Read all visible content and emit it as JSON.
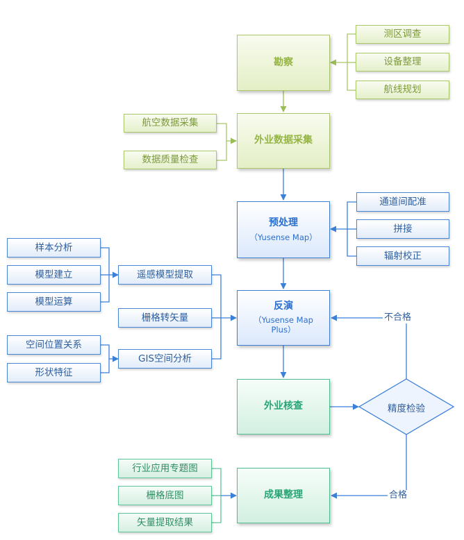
{
  "colors": {
    "green": "#95b545",
    "blue": "#2b6fcf",
    "teal": "#2aa676"
  },
  "nodes": {
    "survey": {
      "title": "勘察"
    },
    "field_collection": {
      "title": "外业数据采集"
    },
    "preprocess": {
      "title": "预处理",
      "subtitle": "（Yusense Map）"
    },
    "inversion": {
      "title": "反演",
      "subtitle": "（Yusense Map Plus）"
    },
    "field_check": {
      "title": "外业核查"
    },
    "results": {
      "title": "成果整理"
    },
    "accuracy_check": {
      "title": "精度检验"
    }
  },
  "survey_inputs": [
    "测区调查",
    "设备整理",
    "航线规划"
  ],
  "collection_inputs": [
    "航空数据采集",
    "数据质量检查"
  ],
  "preprocess_inputs": [
    "通道间配准",
    "拼接",
    "辐射校正"
  ],
  "remote_sensing_inputs": [
    "样本分析",
    "模型建立",
    "模型运算"
  ],
  "gis_inputs": [
    "空间位置关系",
    "形状特征"
  ],
  "inversion_methods": {
    "remote_sensing_model": "遥感模型提取",
    "raster_to_vector": "栅格转矢量",
    "gis_analysis": "GIS空间分析"
  },
  "result_outputs": [
    "行业应用专题图",
    "栅格底图",
    "矢量提取结果"
  ],
  "edge_labels": {
    "fail": "不合格",
    "pass": "合格"
  }
}
